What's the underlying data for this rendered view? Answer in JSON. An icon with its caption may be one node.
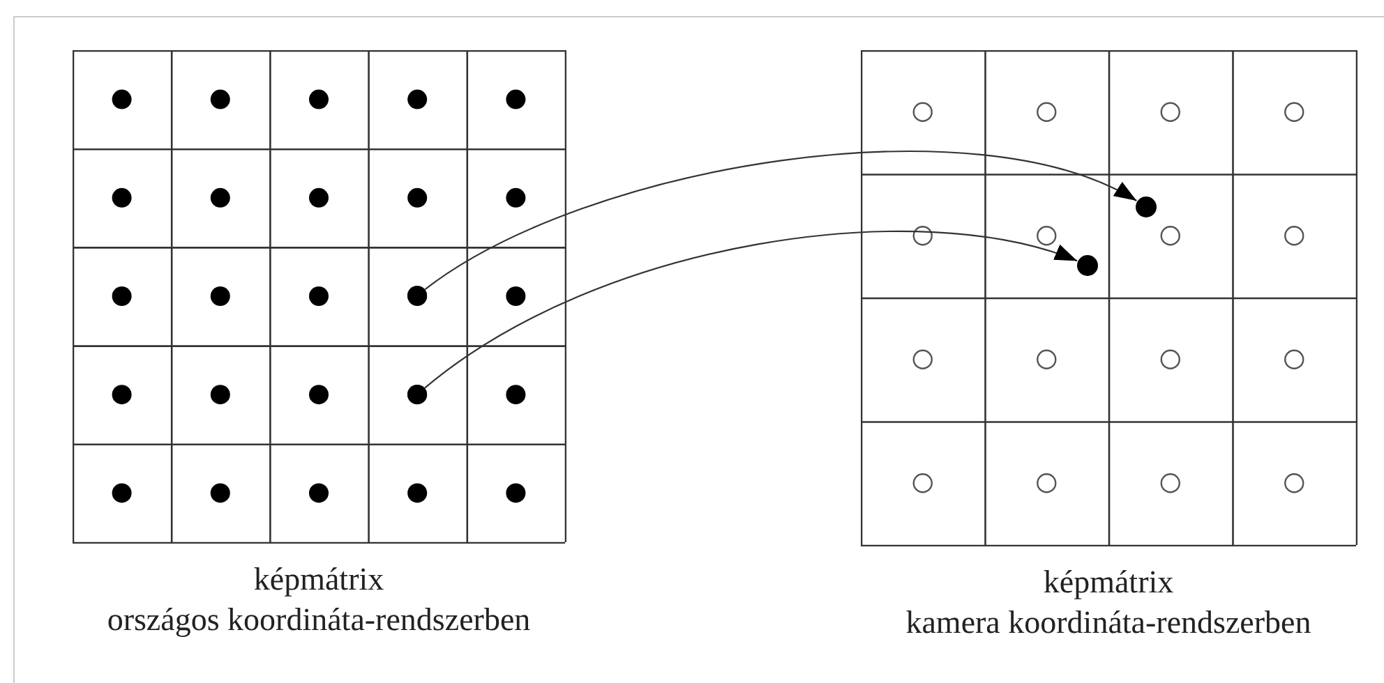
{
  "diagram": {
    "nodes": [
      {
        "text": [
          "képmátrix",
          "országos koordináta-rendszerben"
        ]
      },
      {
        "text": [
          "képmátrix",
          "kamera koordináta-rendszerben"
        ]
      },
      {
        "text": [],
        "shape": "circle",
        "in": 0
      },
      {
        "text": [],
        "shape": "circle",
        "in": 0
      },
      {
        "text": [],
        "shape": "circle",
        "in": 1
      },
      {
        "text": [],
        "shape": "circle",
        "in": 1
      }
    ],
    "edges": [
      {
        "from": 2,
        "to": 4,
        "arrow": "to"
      },
      {
        "from": 3,
        "to": 5,
        "arrow": "to"
      }
    ]
  }
}
